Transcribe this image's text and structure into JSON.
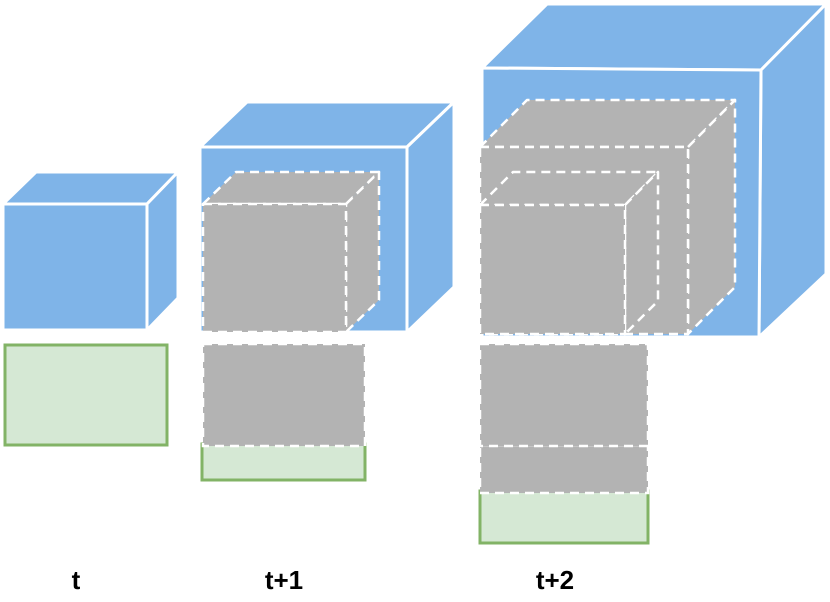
{
  "labels": {
    "t0": "t",
    "t1": "t+1",
    "t2": "t+2"
  },
  "colors": {
    "cube_fill": "#7fb4e8",
    "cube_stroke": "#ffffff",
    "ghost_fill": "#b3b3b3",
    "ghost_stroke": "#ffffff",
    "slab_fill": "#d5e8d4",
    "slab_stroke": "#82b366"
  }
}
